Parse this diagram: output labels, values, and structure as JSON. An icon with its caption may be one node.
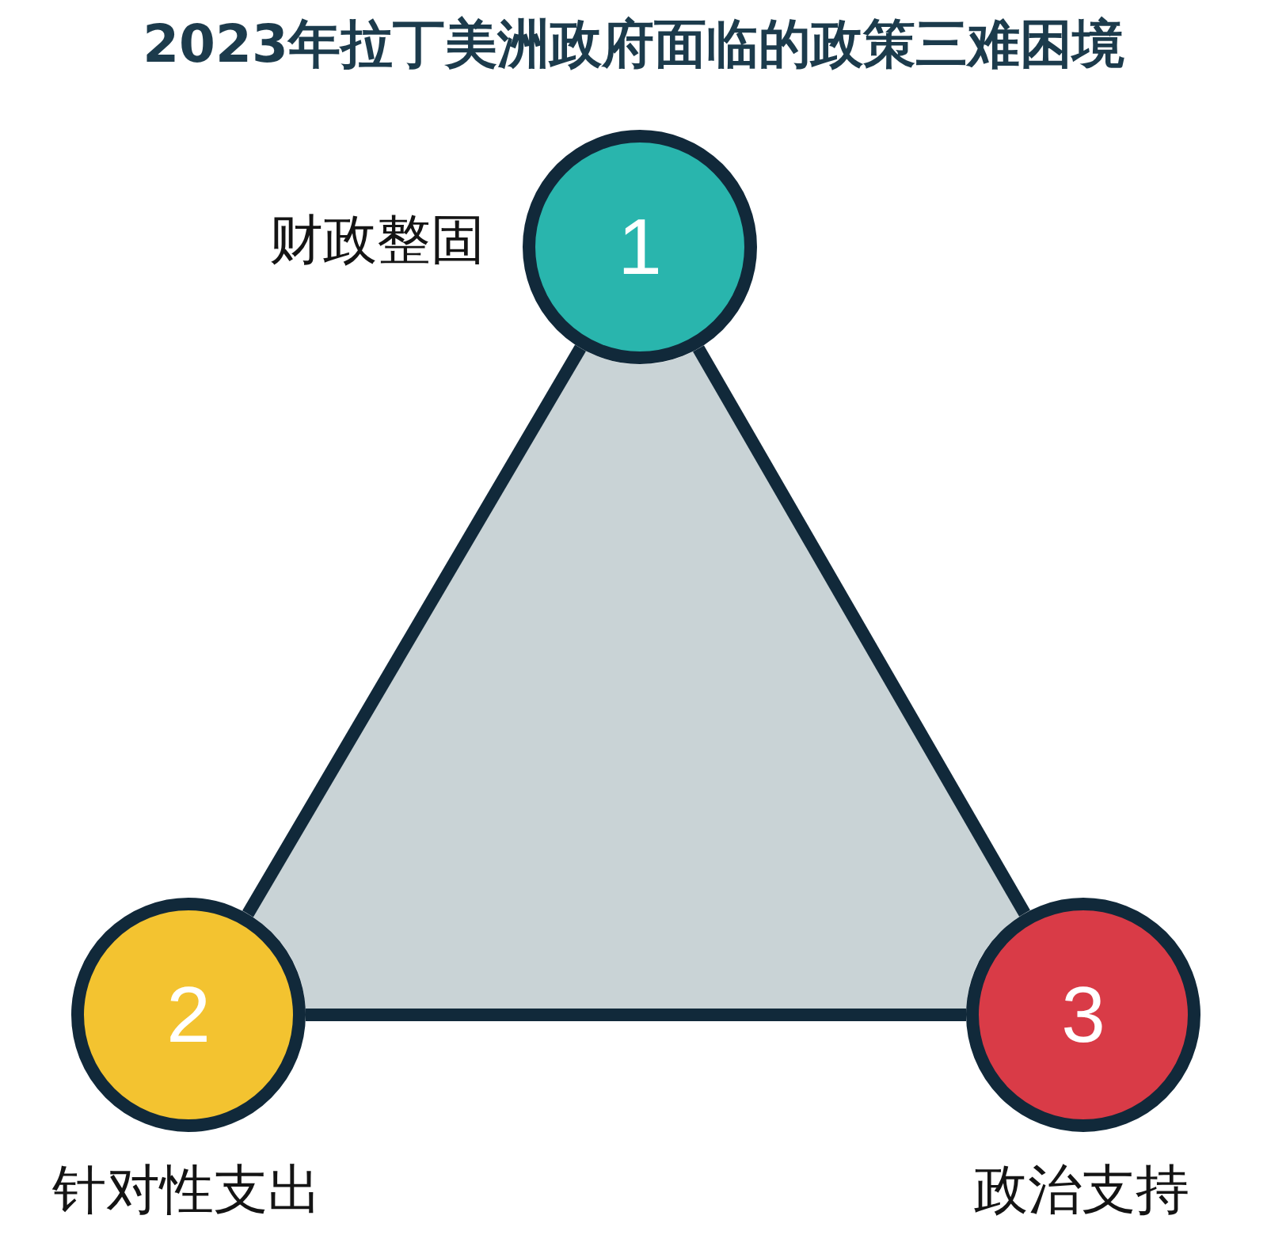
{
  "diagram": {
    "title": "2023年拉丁美洲政府面临的政策三难困境",
    "nodes": [
      {
        "text": [
          "1"
        ],
        "beside": [
          "财政整固"
        ]
      },
      {
        "text": [
          "2"
        ],
        "beside": [
          "针对性支出"
        ]
      },
      {
        "text": [
          "3"
        ],
        "beside": [
          "政治支持"
        ]
      }
    ],
    "edges": [
      {
        "from": 0,
        "to": 1,
        "arrow": "none"
      },
      {
        "from": 1,
        "to": 2,
        "arrow": "none"
      },
      {
        "from": 2,
        "to": 0,
        "arrow": "none"
      }
    ]
  }
}
